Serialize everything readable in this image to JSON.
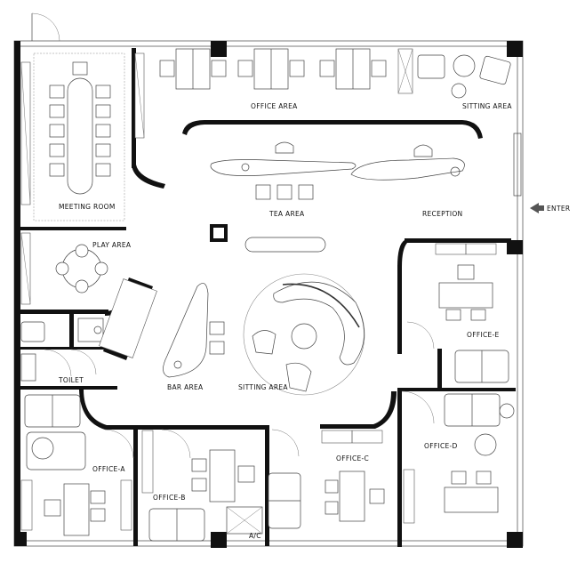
{
  "labels": {
    "office_area": "OFFICE AREA",
    "sitting_area_top": "SITTING AREA",
    "meeting_room": "MEETING ROOM",
    "tea_area": "TEA AREA",
    "reception": "RECEPTION",
    "enter": "ENTER",
    "play_area": "PLAY AREA",
    "office_e": "OFFICE-E",
    "toilet": "TOILET",
    "bar_area": "BAR AREA",
    "sitting_area": "SITTING AREA",
    "office_d": "OFFICE-D",
    "office_a": "OFFICE-A",
    "office_c": "OFFICE-C",
    "office_b": "OFFICE-B",
    "ac": "A/C"
  },
  "colors": {
    "wall": "#111111",
    "line": "#444444",
    "background": "#ffffff"
  }
}
